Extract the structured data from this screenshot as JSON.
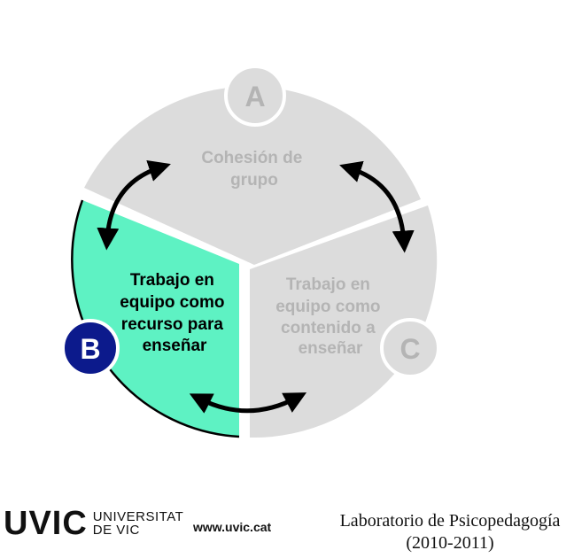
{
  "diagram": {
    "segments": {
      "a": {
        "badge": "A",
        "lines": [
          "Cohesión de",
          "grupo"
        ],
        "fill": "#dcdcdc",
        "text_color": "#b4b4b4"
      },
      "b": {
        "badge": "B",
        "lines": [
          "Trabajo en",
          "equipo como",
          "recurso para",
          "enseñar"
        ],
        "fill": "#5ef2c3",
        "text_color": "#000000",
        "badge_color": "#0c1a8c"
      },
      "c": {
        "badge": "C",
        "lines": [
          "Trabajo en",
          "equipo como",
          "contenido a",
          "enseñar"
        ],
        "fill": "#dcdcdc",
        "text_color": "#b4b4b4"
      }
    },
    "arrow_icons": [
      "double-headed-curved-arrow",
      "double-headed-curved-arrow",
      "double-headed-curved-arrow"
    ]
  },
  "footer": {
    "logo_mark": "UVIC",
    "logo_sub_1": "UNIVERSITAT",
    "logo_sub_2": "DE VIC",
    "url": "www.uvic.cat",
    "lab_line_1": "Laboratorio de Psicopedagogía",
    "lab_line_2": "(2010-2011)"
  }
}
